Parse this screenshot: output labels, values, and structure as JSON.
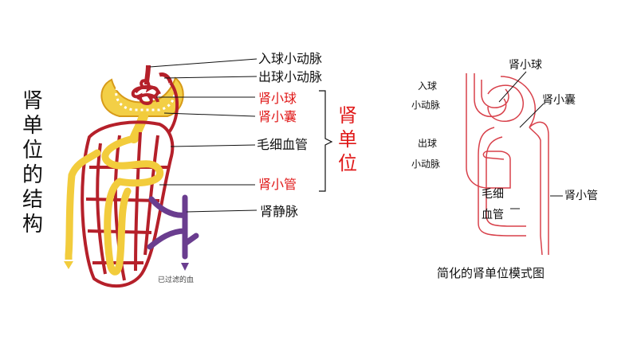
{
  "left": {
    "title": "肾单位的结构",
    "labels": {
      "afferent": "入球小动脉",
      "efferent": "出球小动脉",
      "glomerulus": "肾小球",
      "capsule": "肾小囊",
      "capillary": "毛细血管",
      "tubule": "肾小管",
      "vein": "肾静脉"
    },
    "group_label": "肾单位",
    "filtered_blood": "已过滤的血"
  },
  "right": {
    "labels": {
      "afferent_line1": "入球",
      "afferent_line2": "小动脉",
      "efferent_line1": "出球",
      "efferent_line2": "小动脉",
      "glomerulus": "肾小球",
      "capsule": "肾小囊",
      "capillary_line1": "毛细",
      "capillary_line2": "血管",
      "tubule": "肾小管"
    },
    "caption": "简化的肾单位模式图"
  },
  "colors": {
    "artery": "#b5202a",
    "tubule": "#f2cc3c",
    "vein": "#6a3d8f",
    "label_red": "#e01818",
    "simple_line": "#d8404a"
  }
}
